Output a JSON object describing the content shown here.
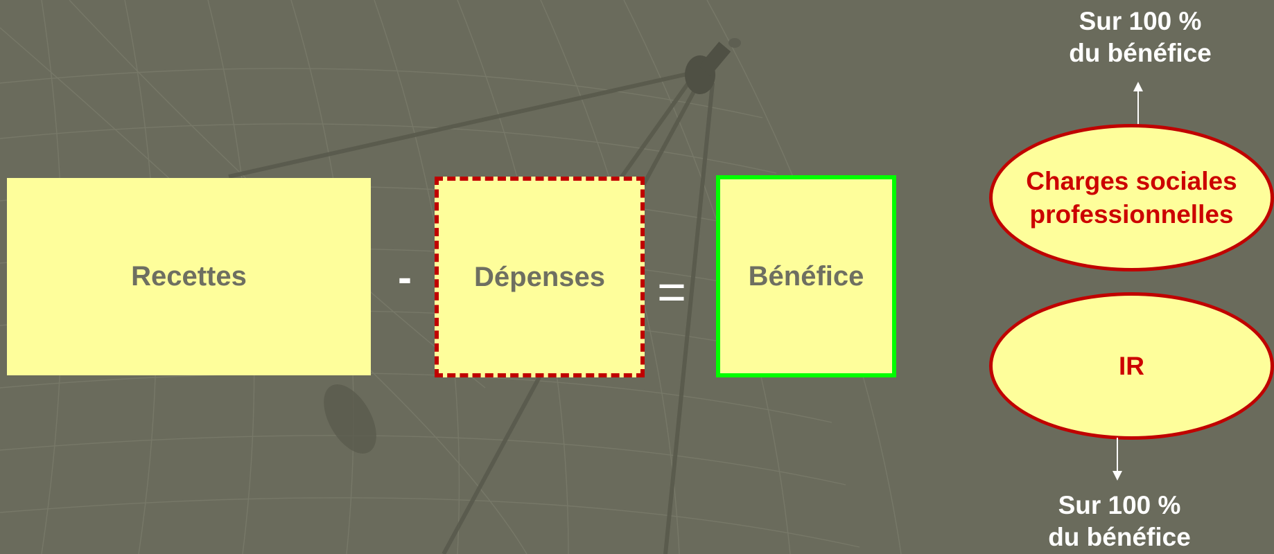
{
  "equation": {
    "recettes": "Recettes",
    "minus": "-",
    "depenses": "Dépenses",
    "equals": "=",
    "benefice": "Bénéfice"
  },
  "right": {
    "top_caption": "Sur 100 %\ndu bénéfice",
    "charges": "Charges sociales\nprofessionnelles",
    "ir": "IR",
    "bottom_caption": "Sur 100 %\ndu bénéfice"
  },
  "colors": {
    "background": "#6a6b5c",
    "box_fill": "#fefe9b",
    "box_text": "#6e6f61",
    "dashed_border": "#c00000",
    "green_border": "#00ff00",
    "ellipse_text": "#cc0000"
  }
}
